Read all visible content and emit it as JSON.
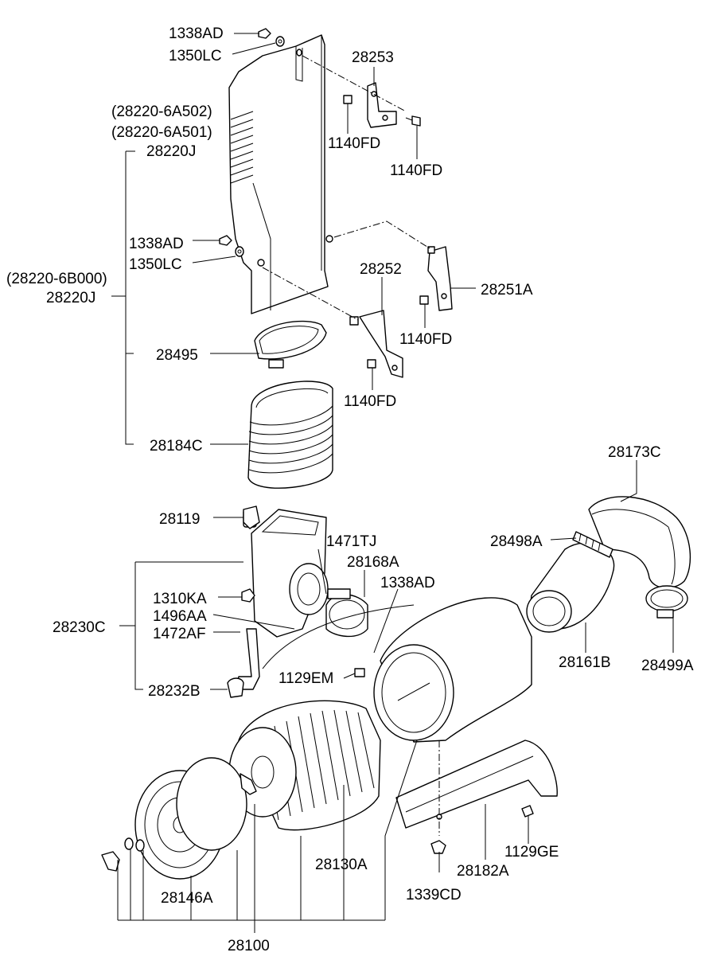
{
  "labels": {
    "l_1338AD_top": "1338AD",
    "l_1350LC_top": "1350LC",
    "l_28253": "28253",
    "l_28220_6A502": "(28220-6A502)",
    "l_28220_6A501": "(28220-6A501)",
    "l_28220J_top": "28220J",
    "l_1140FD_a": "1140FD",
    "l_1140FD_b": "1140FD",
    "l_1338AD_mid": "1338AD",
    "l_1350LC_mid": "1350LC",
    "l_28252": "28252",
    "l_28251A": "28251A",
    "l_28220_6B000": "(28220-6B000)",
    "l_28220J_mid": "28220J",
    "l_1140FD_c": "1140FD",
    "l_28495": "28495",
    "l_1140FD_d": "1140FD",
    "l_28184C": "28184C",
    "l_28173C": "28173C",
    "l_28119": "28119",
    "l_1471TJ": "1471TJ",
    "l_28498A": "28498A",
    "l_28168A": "28168A",
    "l_1338AD_low": "1338AD",
    "l_1310KA": "1310KA",
    "l_28230C": "28230C",
    "l_1496AA": "1496AA",
    "l_1472AF": "1472AF",
    "l_28161B": "28161B",
    "l_28499A": "28499A",
    "l_1129EM": "1129EM",
    "l_28232B": "28232B",
    "l_28130A": "28130A",
    "l_1129GE": "1129GE",
    "l_28182A": "28182A",
    "l_28146A": "28146A",
    "l_1339CD": "1339CD",
    "l_28100": "28100"
  }
}
